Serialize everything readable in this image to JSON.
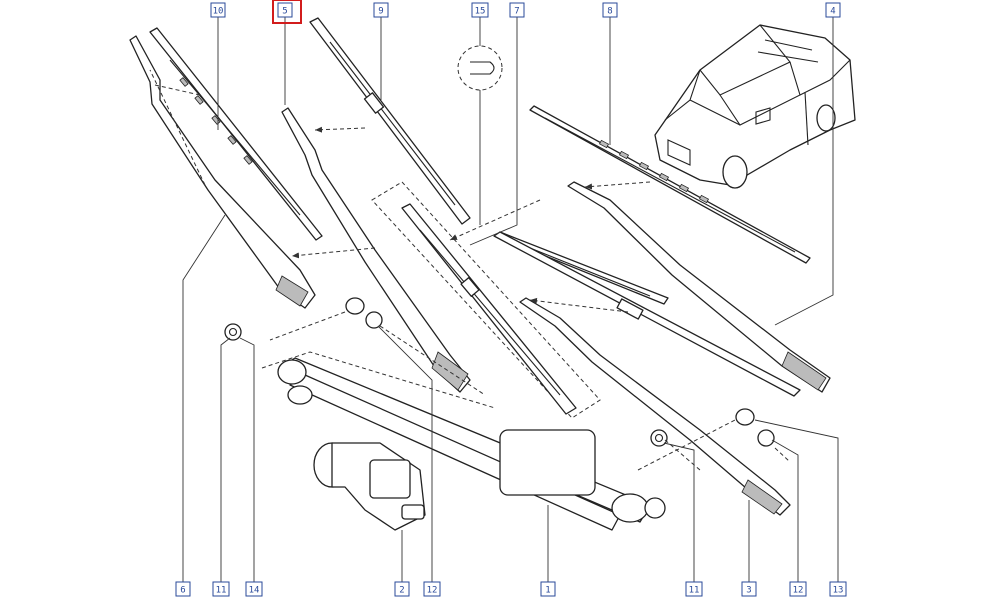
{
  "diagram": {
    "highlight_color": "#d21c1c",
    "label_color": "#2a4a9a",
    "callouts": {
      "c10": "10",
      "c5": "5",
      "c9": "9",
      "c15": "15",
      "c7": "7",
      "c8": "8",
      "c4": "4",
      "c6": "6",
      "c11a": "11",
      "c14": "14",
      "c2": "2",
      "c12a": "12",
      "c1": "1",
      "c11b": "11",
      "c3": "3",
      "c12b": "12",
      "c13": "13"
    },
    "highlighted_callout": "5"
  }
}
